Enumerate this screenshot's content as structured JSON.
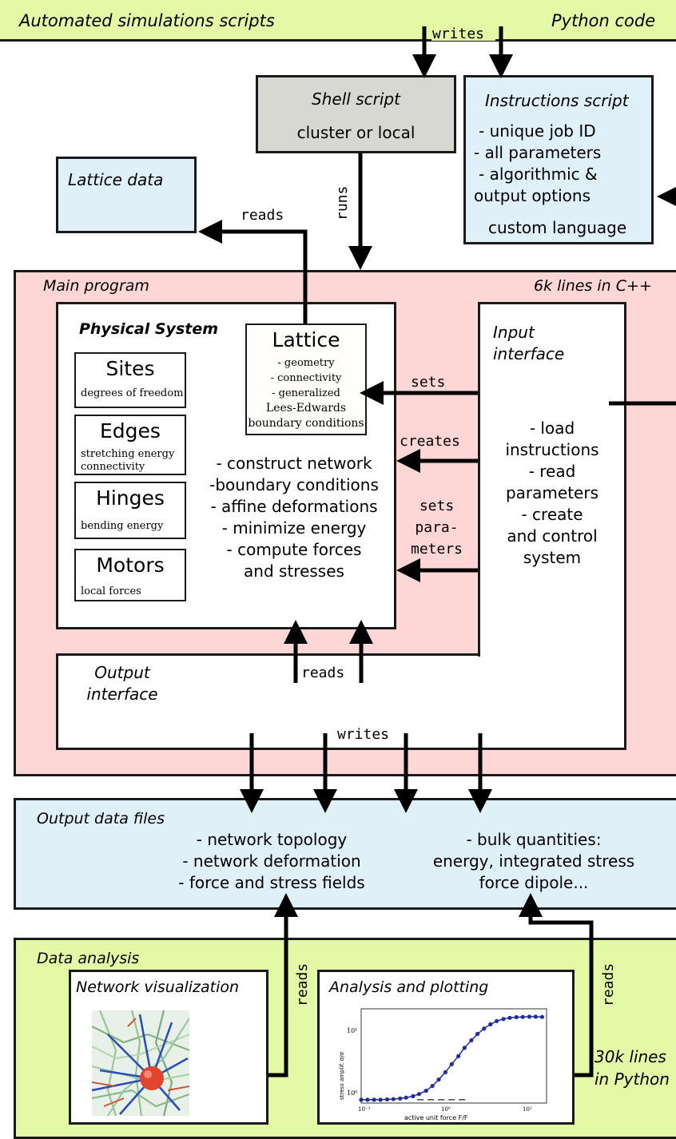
{
  "top_bar": {
    "title": "Automated simulations scripts",
    "right": "Python code"
  },
  "shell_script": {
    "title": "Shell script",
    "subtitle": "cluster or local"
  },
  "instructions": {
    "title": "Instructions script",
    "items": [
      "- unique job ID",
      "- all parameters",
      "- algorithmic &",
      "output options"
    ],
    "footer": "custom language"
  },
  "lattice_data": {
    "title": "Lattice data"
  },
  "main_program": {
    "title": "Main program",
    "right": "6k lines in C++",
    "physical_system": {
      "title": "Physical System",
      "components": [
        {
          "name": "Sites",
          "desc": [
            "degrees of freedom"
          ]
        },
        {
          "name": "Edges",
          "desc": [
            "stretching energy",
            "connectivity"
          ]
        },
        {
          "name": "Hinges",
          "desc": [
            "bending energy"
          ]
        },
        {
          "name": "Motors",
          "desc": [
            "local forces"
          ]
        }
      ],
      "lattice": {
        "title": "Lattice",
        "items": [
          "- geometry",
          "- connectivity",
          "- generalized",
          "Lees-Edwards",
          "boundary conditions"
        ]
      },
      "functions": [
        "- construct network",
        "-boundary conditions",
        "- affine deformations",
        "- minimize energy",
        "- compute forces",
        "and stresses"
      ]
    },
    "input_interface": {
      "title": [
        "Input",
        "interface"
      ],
      "items": [
        "- load",
        "instructions",
        "- read",
        "parameters",
        "- create",
        "and control",
        "system"
      ]
    },
    "output_interface": {
      "title": [
        "Output",
        "interface"
      ]
    }
  },
  "arrow_labels": {
    "writes_top": "writes",
    "runs": "runs",
    "reads_lattice": "reads",
    "sets": "sets",
    "creates": "creates",
    "sets_params": [
      "sets",
      "para-",
      "meters"
    ],
    "reads_output": "reads",
    "writes_output": "writes",
    "reads_vis": "reads",
    "reads_plot": "reads"
  },
  "output_files": {
    "title": "Output data files",
    "left": [
      "- network topology",
      "- network deformation",
      "- force and stress fields"
    ],
    "right": [
      "- bulk quantities:",
      "energy, integrated stress",
      "force dipole..."
    ]
  },
  "data_analysis": {
    "title": "Data analysis",
    "network_vis": {
      "title": "Network visualization"
    },
    "plotting": {
      "title": "Analysis and plotting",
      "ylabel": "stress amplif. σ/σ",
      "xlabel": "active unit force F/F",
      "yticks": [
        "10¹",
        "10⁰"
      ],
      "xticks": [
        "10⁻²",
        "10⁰",
        "10²"
      ]
    },
    "footer": [
      "30k lines",
      "in Python"
    ]
  },
  "chart_data": {
    "type": "scatter",
    "x_scale": "log",
    "y_scale": "log",
    "xlim": [
      0.01,
      200
    ],
    "ylim": [
      0.9,
      18
    ],
    "series": [
      {
        "x": [
          0.01,
          0.014,
          0.02,
          0.028,
          0.04,
          0.056,
          0.08,
          0.11,
          0.16,
          0.22,
          0.32,
          0.45,
          0.63,
          0.9,
          1.26,
          1.8,
          2.5,
          3.6,
          5,
          7.1,
          10,
          14,
          20,
          28,
          40,
          56,
          80,
          112,
          158
        ],
        "y": [
          1.0,
          1.0,
          1.0,
          1.0,
          1.01,
          1.02,
          1.04,
          1.07,
          1.12,
          1.2,
          1.33,
          1.55,
          1.9,
          2.4,
          3.1,
          4.0,
          5.2,
          6.6,
          8.1,
          9.6,
          11.0,
          12.2,
          13.0,
          13.5,
          13.8,
          13.9,
          14.0,
          14.0,
          13.9
        ]
      }
    ],
    "reference_line": 1.0
  },
  "colors": {
    "green": "#e4f9a6",
    "blue": "#dff0f9",
    "pink": "#ffd6d6",
    "grey": "#d8d8d3",
    "marker": "#1f2e9b"
  }
}
